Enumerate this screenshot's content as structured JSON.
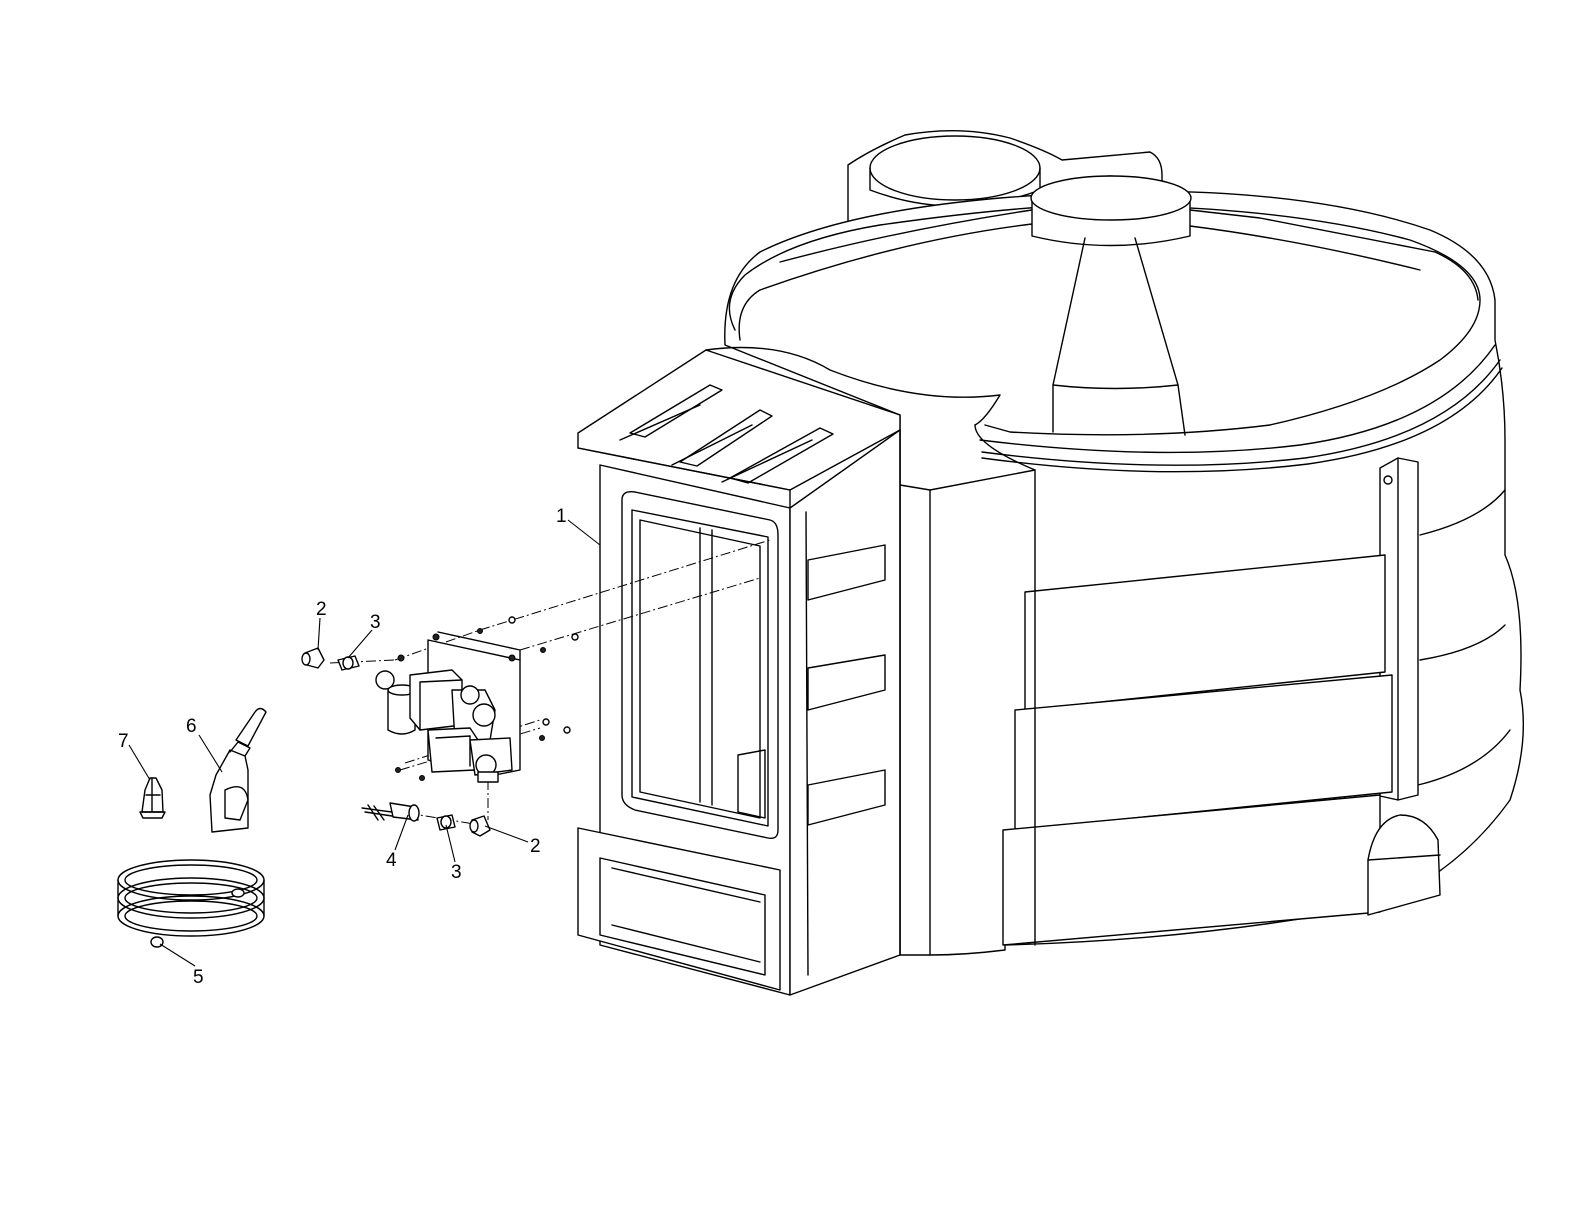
{
  "callouts": {
    "c1": "1",
    "c2a": "2",
    "c3a": "3",
    "c2b": "2",
    "c3b": "3",
    "c4": "4",
    "c5": "5",
    "c6": "6",
    "c7": "7"
  },
  "colors": {
    "line": "#000000",
    "background": "#ffffff"
  }
}
